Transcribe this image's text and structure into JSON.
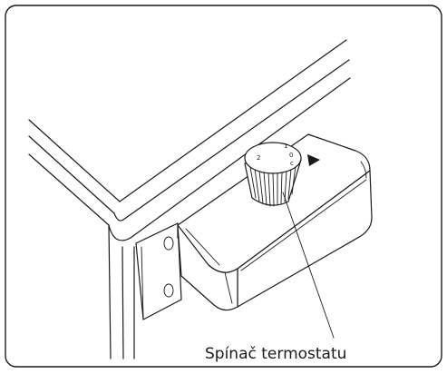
{
  "callout": {
    "label": "Spínač termostatu"
  },
  "dial": {
    "markings": [
      "2",
      "1",
      "0",
      "c"
    ]
  },
  "icons": {
    "indicator": "triangle-indicator-icon"
  }
}
